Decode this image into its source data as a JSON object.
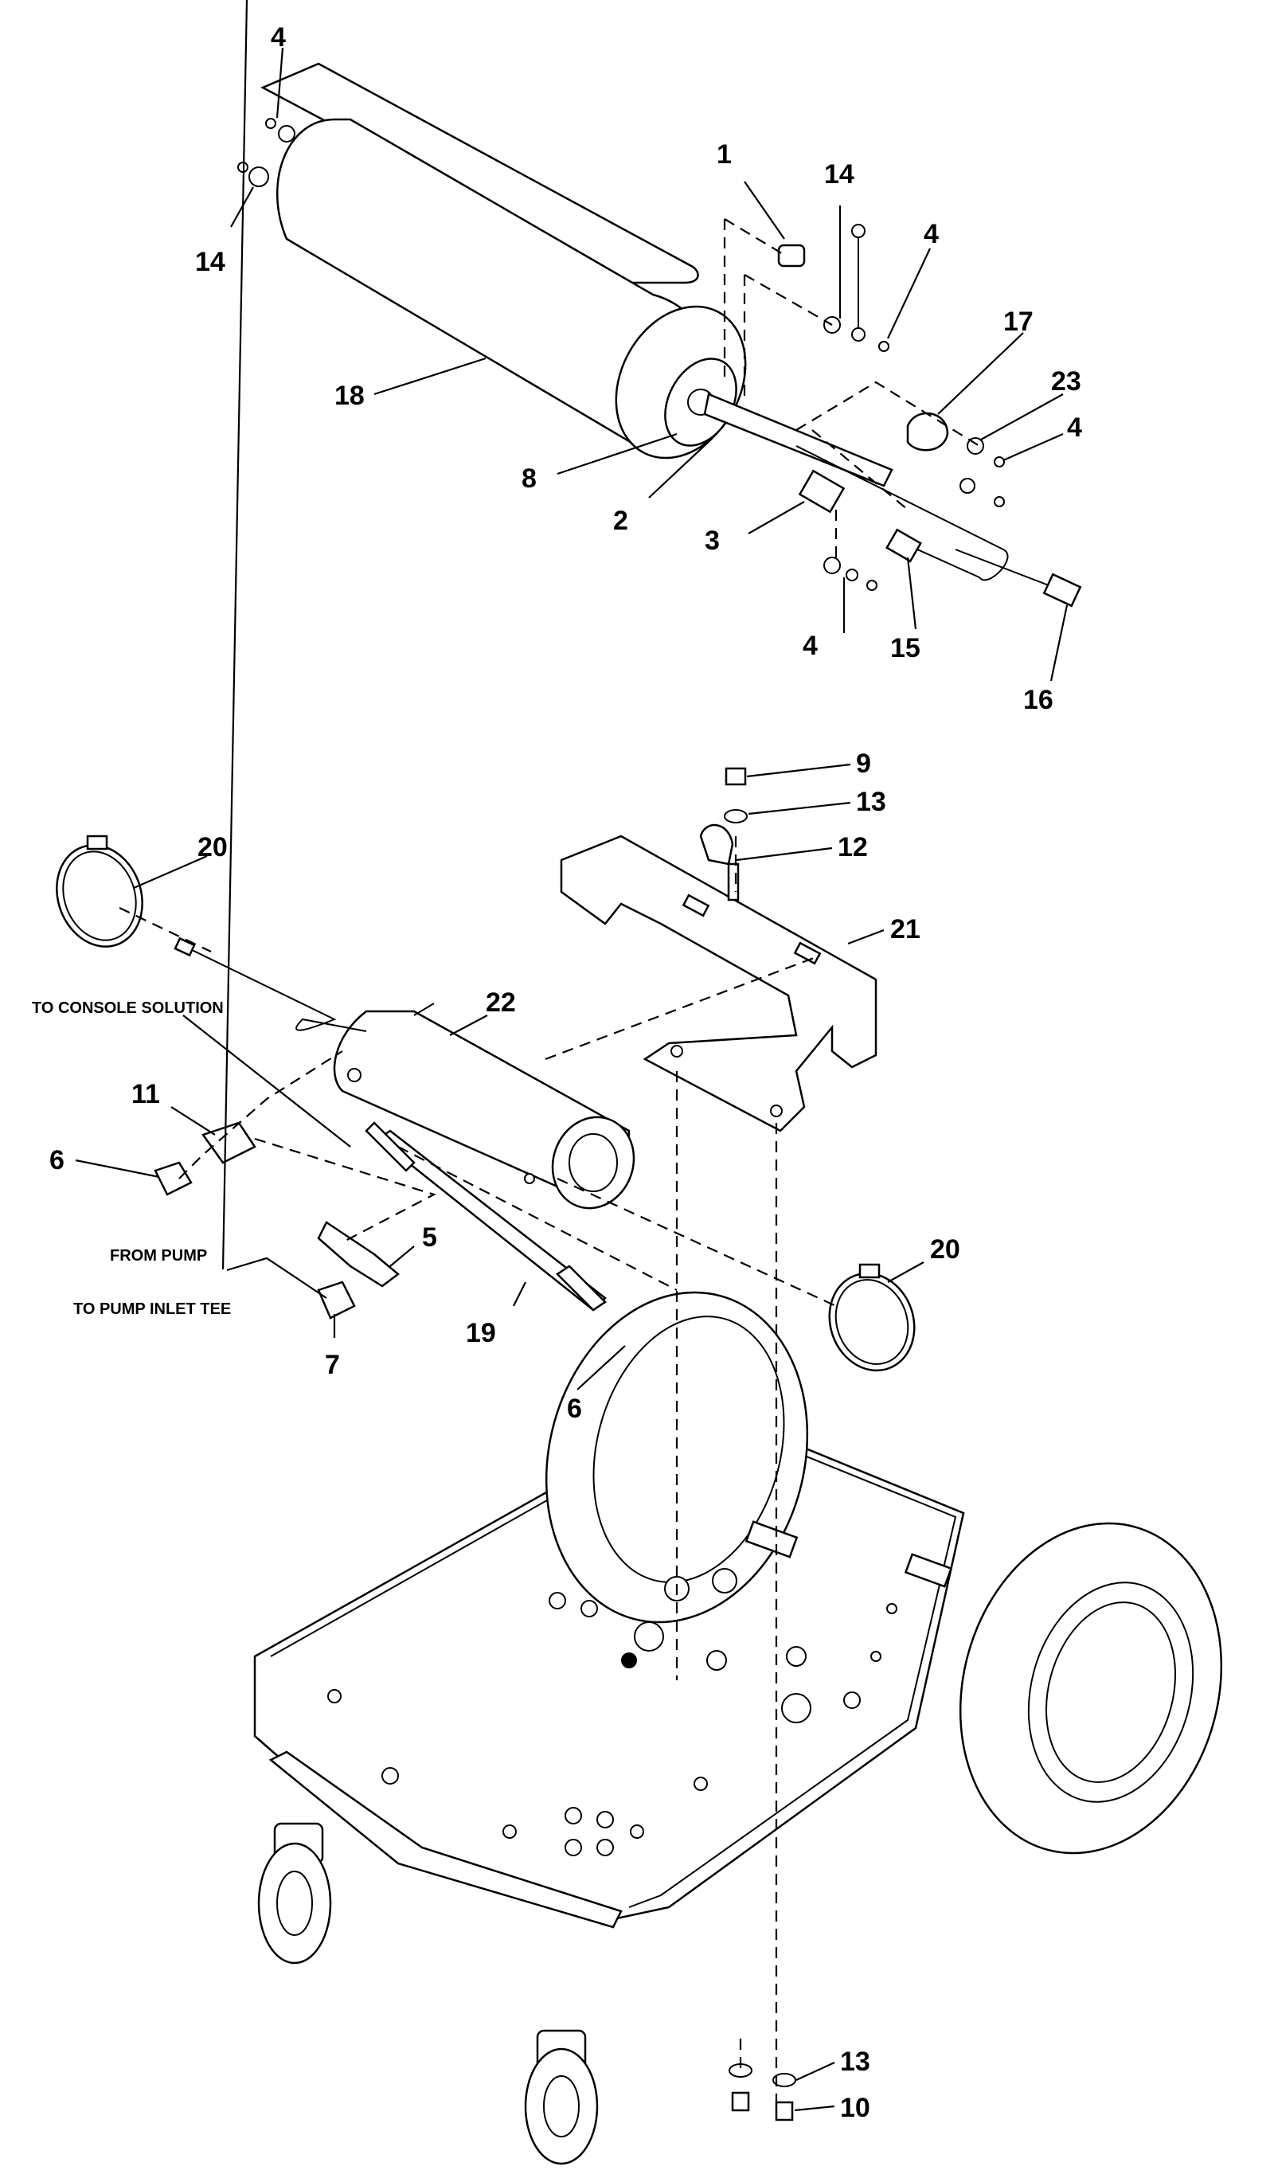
{
  "callouts": {
    "c1": "1",
    "c2": "2",
    "c3": "3",
    "c4a": "4",
    "c4b": "4",
    "c4c": "4",
    "c4d": "4",
    "c5": "5",
    "c6a": "6",
    "c6b": "6",
    "c7": "7",
    "c8": "8",
    "c9": "9",
    "c10": "10",
    "c11": "11",
    "c12": "12",
    "c13a": "13",
    "c13b": "13",
    "c14a": "14",
    "c14b": "14",
    "c15": "15",
    "c16": "16",
    "c17": "17",
    "c18": "18",
    "c19": "19",
    "c20a": "20",
    "c20b": "20",
    "c21": "21",
    "c22": "22",
    "c23": "23"
  },
  "notes": {
    "to_console_solution": "TO CONSOLE SOLUTION",
    "from_pump": "FROM PUMP",
    "to_pump_inlet_tee": "TO PUMP INLET TEE"
  }
}
